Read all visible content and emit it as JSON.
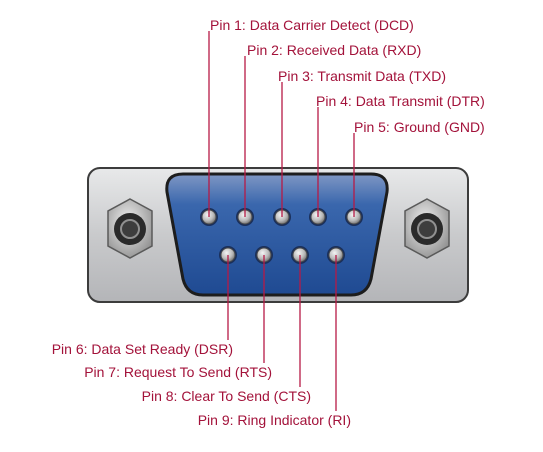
{
  "colors": {
    "label": "#a3123a",
    "leader": "#b61a46",
    "shell_blue": "#2f5ea7",
    "housing_gray": "#cfd0d2"
  },
  "pins": [
    {
      "number": 1,
      "label": "Pin 1: Data Carrier Detect (DCD)"
    },
    {
      "number": 2,
      "label": "Pin 2: Received Data (RXD)"
    },
    {
      "number": 3,
      "label": "Pin 3: Transmit Data (TXD)"
    },
    {
      "number": 4,
      "label": "Pin 4: Data Transmit (DTR)"
    },
    {
      "number": 5,
      "label": "Pin 5: Ground (GND)"
    },
    {
      "number": 6,
      "label": "Pin 6: Data Set Ready (DSR)"
    },
    {
      "number": 7,
      "label": "Pin 7: Request To Send (RTS)"
    },
    {
      "number": 8,
      "label": "Pin 8: Clear To Send (CTS)"
    },
    {
      "number": 9,
      "label": "Pin 9: Ring Indicator (RI)"
    }
  ]
}
